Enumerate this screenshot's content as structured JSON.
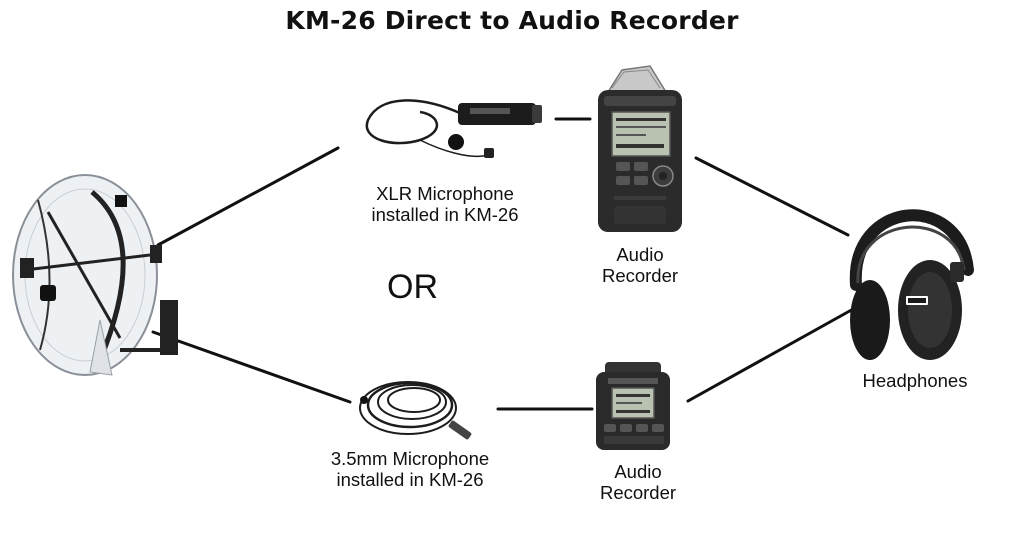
{
  "title": "KM-26 Direct to Audio Recorder",
  "or_text": "OR",
  "nodes": {
    "parabolic_dish": {
      "icon": "parabolic-dish-icon"
    },
    "xlr_mic": {
      "label_line1": "XLR Microphone",
      "label_line2": "installed in KM-26",
      "icon": "xlr-microphone-icon"
    },
    "mini_mic": {
      "label_line1": "3.5mm Microphone",
      "label_line2": "installed in KM-26",
      "icon": "cable-microphone-icon"
    },
    "recorder_top": {
      "label_line1": "Audio",
      "label_line2": "Recorder",
      "icon": "handheld-recorder-icon"
    },
    "recorder_bottom": {
      "label_line1": "Audio",
      "label_line2": "Recorder",
      "icon": "compact-recorder-icon"
    },
    "headphones": {
      "label": "Headphones",
      "icon": "headphones-icon"
    }
  },
  "connections": [
    {
      "from": "parabolic_dish",
      "to": "xlr_mic"
    },
    {
      "from": "xlr_mic",
      "to": "recorder_top"
    },
    {
      "from": "recorder_top",
      "to": "headphones"
    },
    {
      "from": "parabolic_dish",
      "to": "mini_mic"
    },
    {
      "from": "mini_mic",
      "to": "recorder_bottom"
    },
    {
      "from": "recorder_bottom",
      "to": "headphones"
    }
  ],
  "colors": {
    "line": "#111111",
    "device": "#2a2a2a",
    "screen": "#b9c2b0"
  }
}
